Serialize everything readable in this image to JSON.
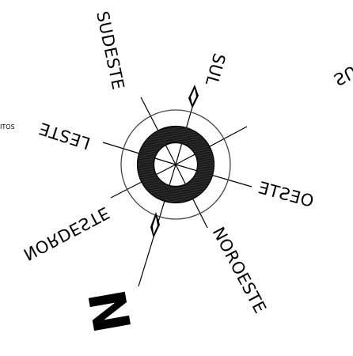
{
  "labels": {
    "sudeste": "SUDESTE",
    "sul": "SUL",
    "sudoeste": "SUDOESTE",
    "leste": "LESTE",
    "oeste": "OESTE",
    "nordeste": "NORDESTE",
    "noroeste": "NOROESTE",
    "north_mark": "N",
    "cut_off": "ITOS"
  },
  "colors": {
    "ink": "#000000",
    "ring_stroke": "#444444",
    "background": "#ffffff"
  }
}
